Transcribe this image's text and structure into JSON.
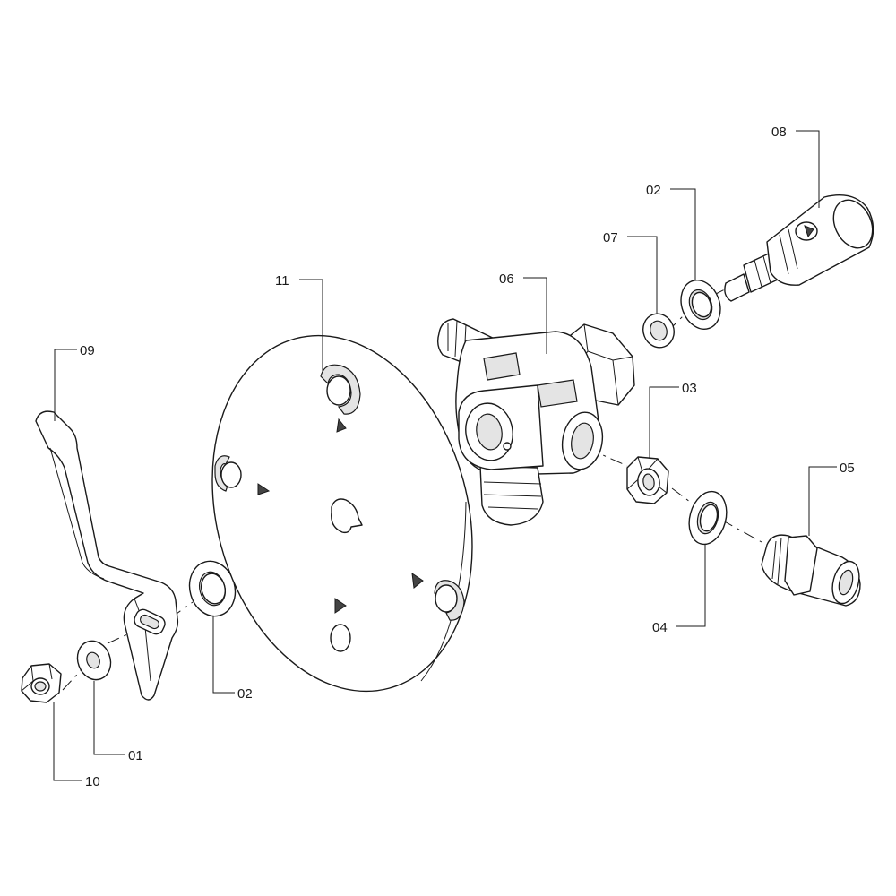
{
  "labels": {
    "p01": "01",
    "p02_left": "02",
    "p02_right": "02",
    "p03": "03",
    "p04": "04",
    "p05": "05",
    "p06": "06",
    "p07": "07",
    "p08": "08",
    "p09": "09",
    "p10": "10",
    "p11": "11"
  },
  "colors": {
    "line": "#1a1a1a",
    "fill": "#ffffff",
    "shade": "#e4e4e4"
  }
}
